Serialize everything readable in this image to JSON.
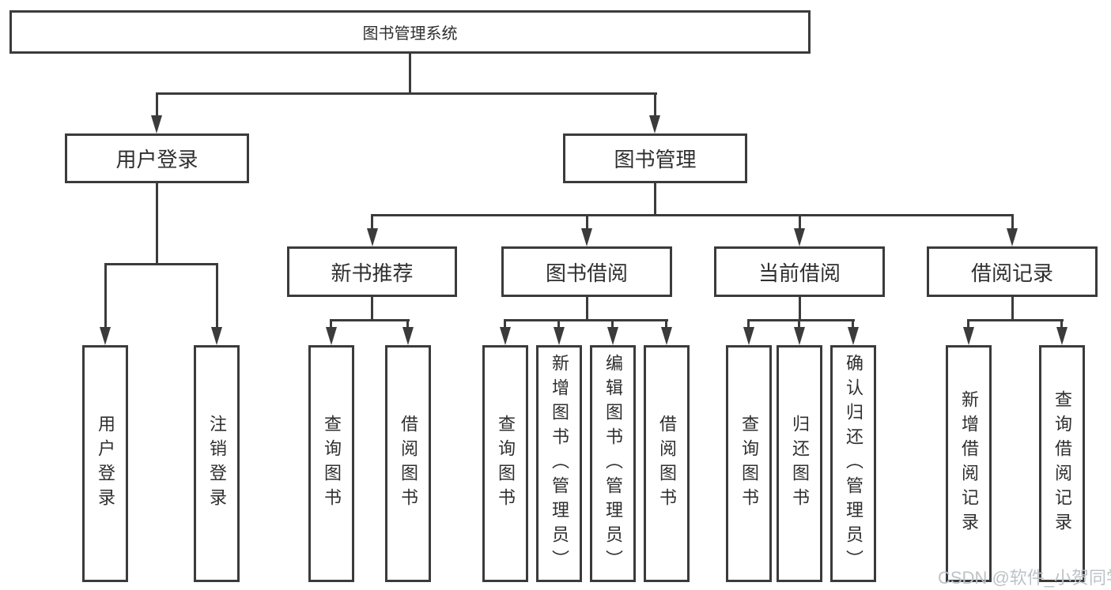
{
  "colors": {
    "line": "#3b3b3b",
    "text": "#2f2f2f",
    "background": "#ffffff",
    "watermark": "#bcc3c7"
  },
  "watermark": {
    "text": "CSDN @软件_小贺同学"
  },
  "tree": {
    "root": {
      "label": "图书管理系统",
      "children": [
        {
          "label": "用户登录",
          "children": [
            {
              "label": "用户登录"
            },
            {
              "label": "注销登录"
            }
          ]
        },
        {
          "label": "图书管理",
          "children": [
            {
              "label": "新书推荐",
              "children": [
                {
                  "label": "查询图书"
                },
                {
                  "label": "借阅图书"
                }
              ]
            },
            {
              "label": "图书借阅",
              "children": [
                {
                  "label": "查询图书"
                },
                {
                  "label": "新增图书（管理员）"
                },
                {
                  "label": "编辑图书（管理员）"
                },
                {
                  "label": "借阅图书"
                }
              ]
            },
            {
              "label": "当前借阅",
              "children": [
                {
                  "label": "查询图书"
                },
                {
                  "label": "归还图书"
                },
                {
                  "label": "确认归还（管理员）"
                }
              ]
            },
            {
              "label": "借阅记录",
              "children": [
                {
                  "label": "新增借阅记录"
                },
                {
                  "label": "查询借阅记录"
                }
              ]
            }
          ]
        }
      ]
    }
  }
}
